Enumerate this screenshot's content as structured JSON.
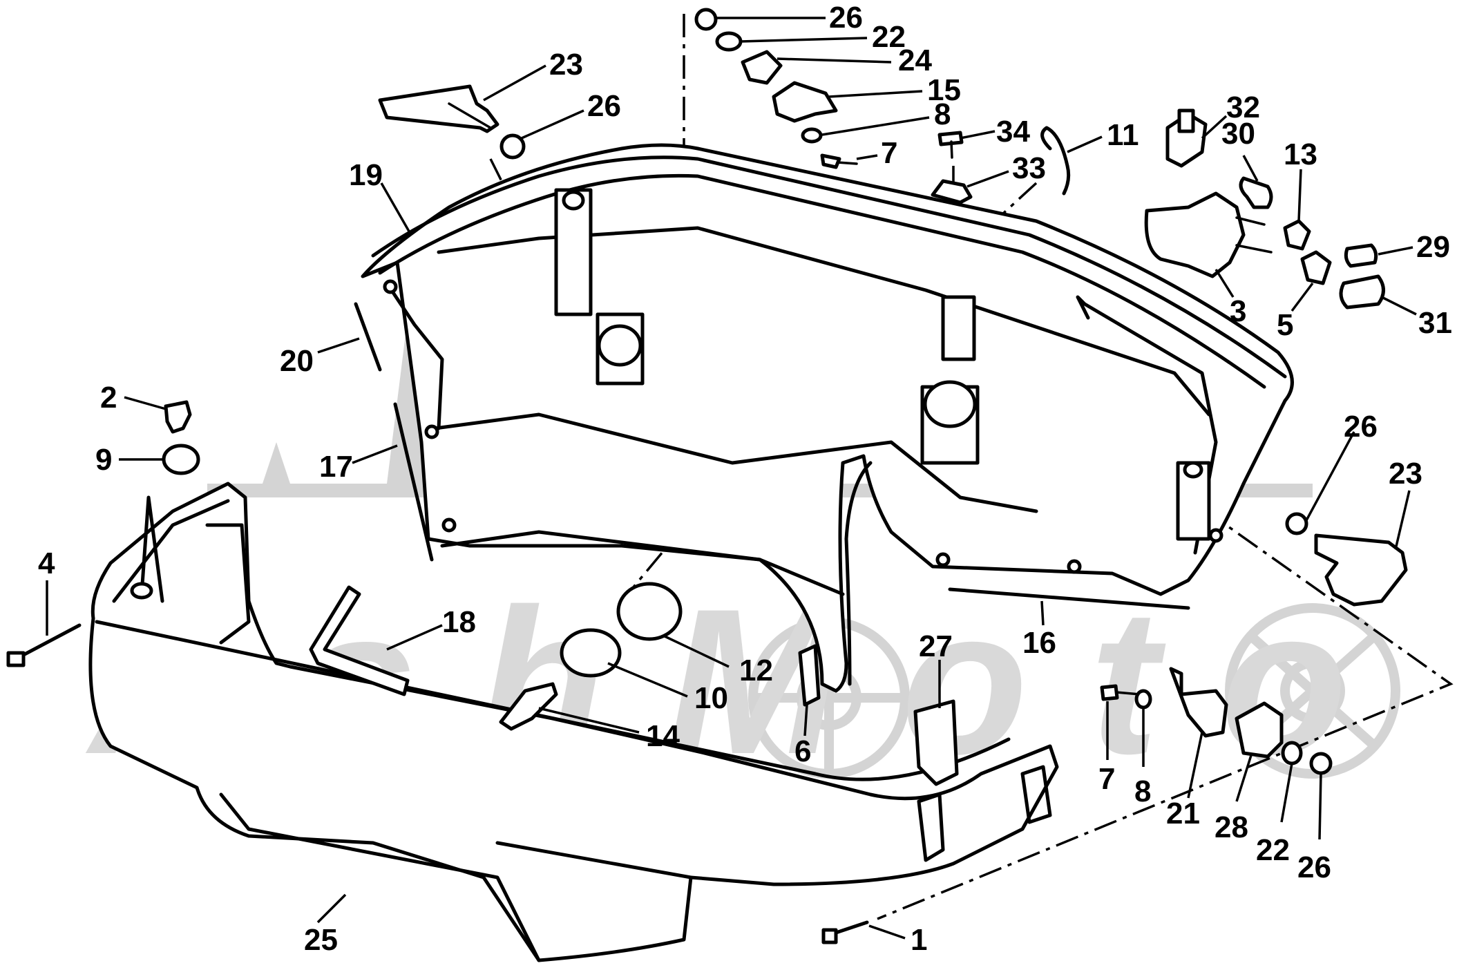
{
  "diagram": {
    "watermark_text": "AshMoto",
    "callouts": [
      {
        "id": "c26a",
        "label": "26"
      },
      {
        "id": "c22a",
        "label": "22"
      },
      {
        "id": "c24",
        "label": "24"
      },
      {
        "id": "c15",
        "label": "15"
      },
      {
        "id": "c8a",
        "label": "8"
      },
      {
        "id": "c7a",
        "label": "7"
      },
      {
        "id": "c34",
        "label": "34"
      },
      {
        "id": "c33",
        "label": "33"
      },
      {
        "id": "c11",
        "label": "11"
      },
      {
        "id": "c32",
        "label": "32"
      },
      {
        "id": "c13",
        "label": "13"
      },
      {
        "id": "c30",
        "label": "30"
      },
      {
        "id": "c29",
        "label": "29"
      },
      {
        "id": "c3",
        "label": "3"
      },
      {
        "id": "c5",
        "label": "5"
      },
      {
        "id": "c31",
        "label": "31"
      },
      {
        "id": "c23a",
        "label": "23"
      },
      {
        "id": "c26b",
        "label": "26"
      },
      {
        "id": "c19",
        "label": "19"
      },
      {
        "id": "c20",
        "label": "20"
      },
      {
        "id": "c2",
        "label": "2"
      },
      {
        "id": "c9",
        "label": "9"
      },
      {
        "id": "c17",
        "label": "17"
      },
      {
        "id": "c4",
        "label": "4"
      },
      {
        "id": "c26c",
        "label": "26"
      },
      {
        "id": "c23b",
        "label": "23"
      },
      {
        "id": "c18",
        "label": "18"
      },
      {
        "id": "c12",
        "label": "12"
      },
      {
        "id": "c10",
        "label": "10"
      },
      {
        "id": "c14",
        "label": "14"
      },
      {
        "id": "c6",
        "label": "6"
      },
      {
        "id": "c27",
        "label": "27"
      },
      {
        "id": "c16",
        "label": "16"
      },
      {
        "id": "c7b",
        "label": "7"
      },
      {
        "id": "c8b",
        "label": "8"
      },
      {
        "id": "c21",
        "label": "21"
      },
      {
        "id": "c28",
        "label": "28"
      },
      {
        "id": "c22b",
        "label": "22"
      },
      {
        "id": "c26d",
        "label": "26"
      },
      {
        "id": "c25",
        "label": "25"
      },
      {
        "id": "c1",
        "label": "1"
      }
    ]
  }
}
